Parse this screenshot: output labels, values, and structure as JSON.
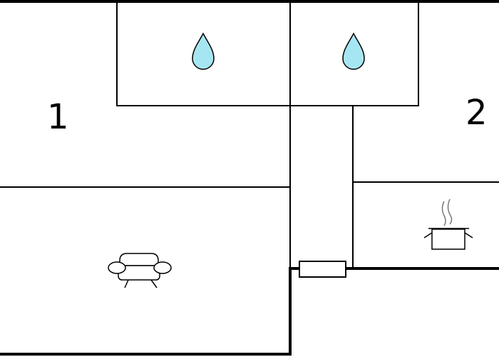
{
  "rooms": [
    {
      "id": "room-1",
      "label": "1"
    },
    {
      "id": "room-2",
      "label": "2"
    }
  ],
  "icons": {
    "water_drop": "water-drop-icon",
    "sofa": "sofa-icon",
    "cooking_pot": "cooking-pot-icon",
    "door": "door-icon"
  },
  "colors": {
    "wall": "#000000",
    "drop_fill": "#a6e6f2",
    "background": "#ffffff"
  }
}
